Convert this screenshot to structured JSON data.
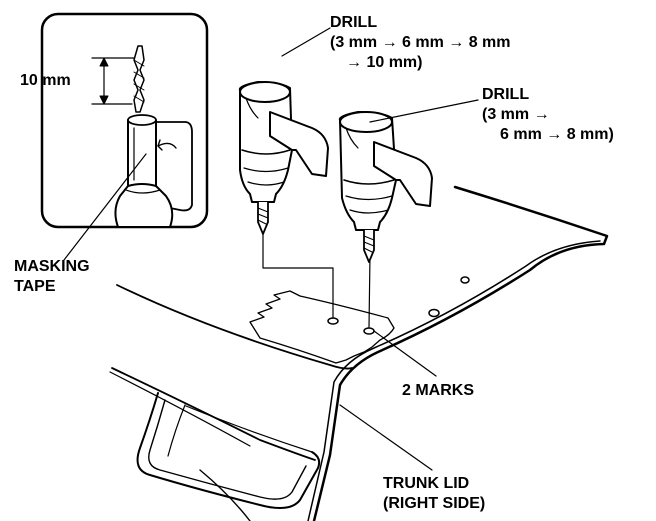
{
  "labels": {
    "dim_10mm": "10 mm",
    "drill1": [
      "DRILL",
      "(3 mm → 6 mm → 8 mm",
      "→ 10 mm)"
    ],
    "drill2": [
      "DRILL",
      "(3 mm →",
      "6 mm → 8 mm)"
    ],
    "masking_tape": [
      "MASKING",
      "TAPE"
    ],
    "two_marks": "2 MARKS",
    "trunk_lid": [
      "TRUNK LID",
      "(RIGHT SIDE)"
    ]
  },
  "colors": {
    "line": "#000000",
    "background": "#ffffff"
  }
}
